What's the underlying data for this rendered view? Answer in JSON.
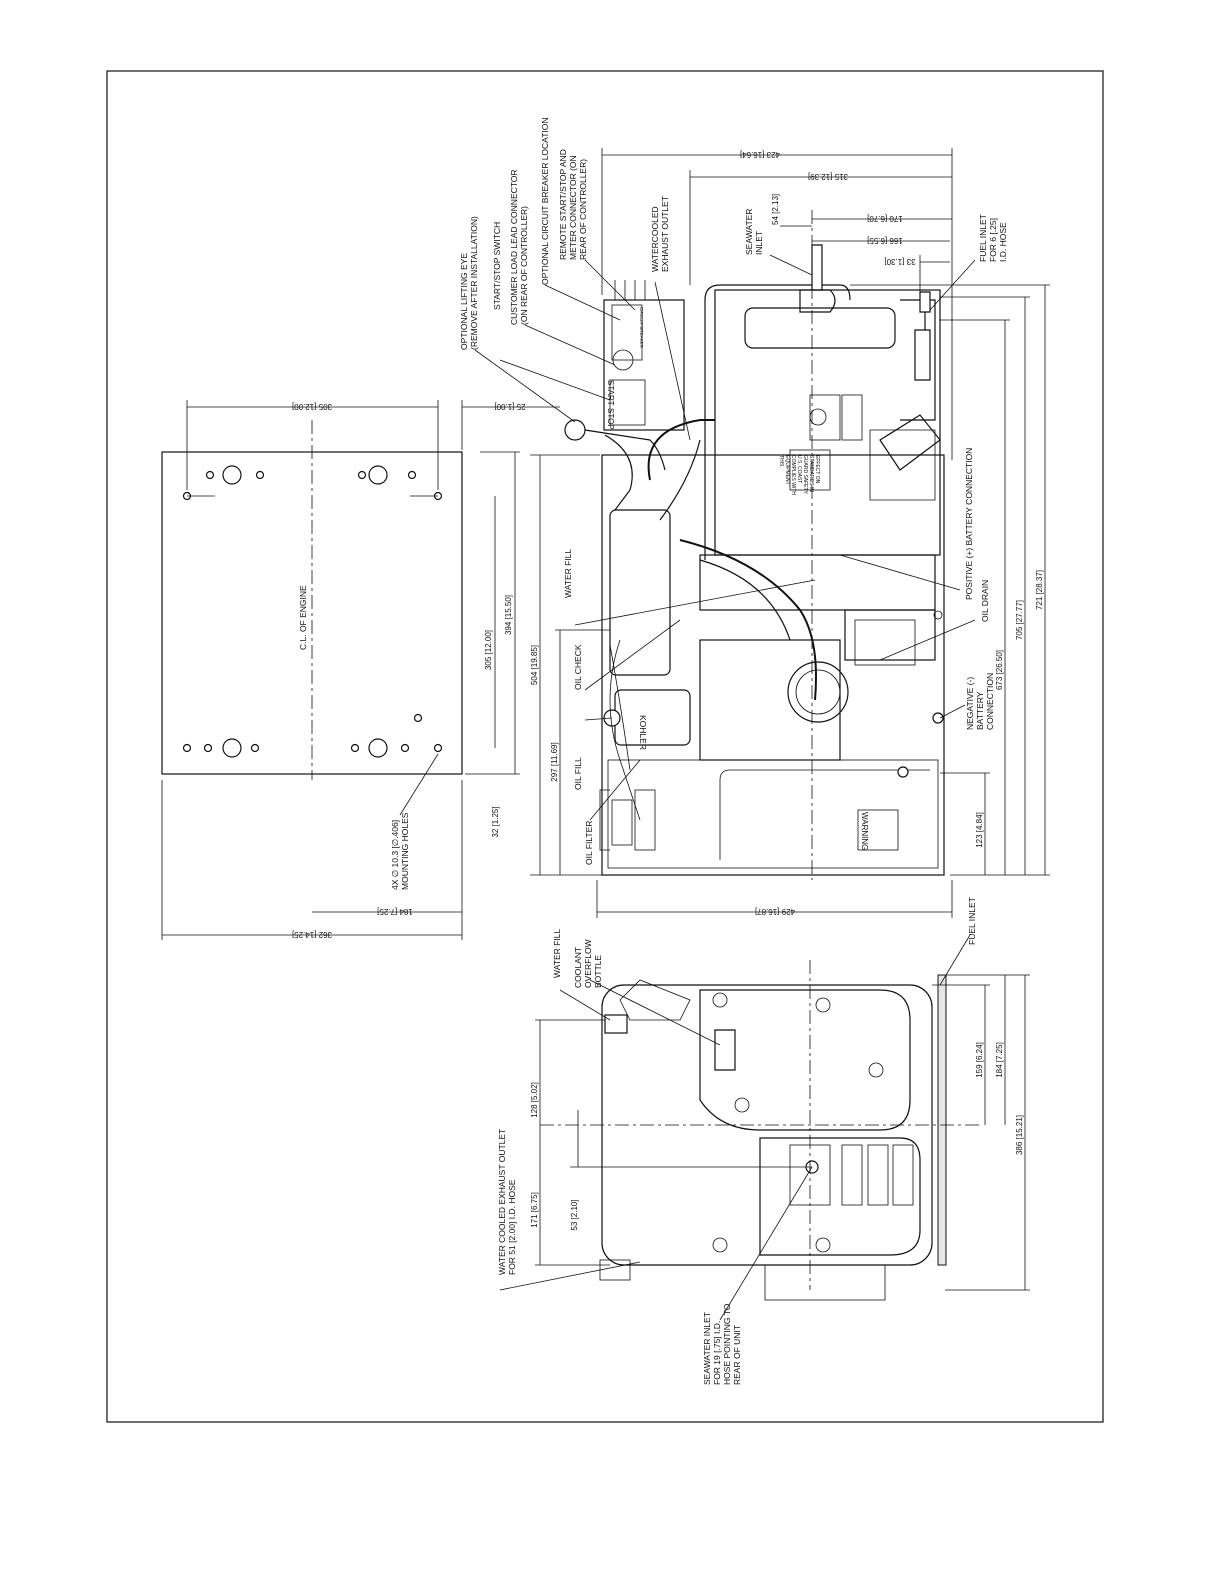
{
  "labels": {
    "lifting_eye": [
      "OPTIONAL LIFTING EYE",
      "(REMOVE AFTER INSTALLATION)"
    ],
    "start_stop_switch": [
      "START/STOP SWITCH"
    ],
    "customer_load_lead": [
      "CUSTOMER LOAD LEAD CONNECTOR",
      "(ON REAR OF CONTROLLER)"
    ],
    "circuit_breaker": [
      "OPTIONAL CIRCUIT BREAKER LOCATION"
    ],
    "remote_start_stop": [
      "REMOTE START/STOP AND",
      "METER CONNECTOR (ON",
      "REAR OF CONTROLLER)"
    ],
    "exhaust_outlet": [
      "WATERCOOLED",
      "EXHAUST OUTLET"
    ],
    "seawater_inlet": [
      "SEAWATER",
      "INLET"
    ],
    "fuel_inlet_hose": [
      "FUEL INLET",
      "FOR 6 [.25]",
      "I.D. HOSE"
    ],
    "positive_battery": [
      "POSITIVE (+) BATTERY CONNECTION"
    ],
    "oil_drain": [
      "OIL DRAIN"
    ],
    "negative_battery": [
      "NEGATIVE (-)",
      "BATTERY",
      "CONNECTION"
    ],
    "water_fill_top": [
      "WATER FILL"
    ],
    "oil_check": [
      "OIL CHECK"
    ],
    "oil_fill": [
      "OIL FILL"
    ],
    "oil_filter": [
      "OIL FILTER"
    ],
    "ce_engine": [
      "C.L. OF ENGINE"
    ],
    "mounting_holes": [
      "4X  ∅ 10.3 [∅.406]",
      "MOUNTING HOLES"
    ],
    "fuel_inlet_bottom": [
      "FUEL INLET"
    ],
    "water_fill_bottom": [
      "WATER FILL"
    ],
    "coolant_bottle": [
      "COOLANT",
      "OVERFLOW",
      "BOTTLE"
    ],
    "exhaust_outlet_bottom": [
      "WATER COOLED EXHAUST OUTLET",
      "FOR 51 [2.00] I.D. HOSE"
    ],
    "seawater_inlet_bottom": [
      "SEAWATER INLET",
      "FOR 19 [.75] I.D.",
      "HOSE POINTING TO",
      "REAR OF UNIT"
    ]
  },
  "dimensions": {
    "d423": "423 [16.64]",
    "d315": "315 [12.39]",
    "d54": "54 [2.13]",
    "d170": "170 [6.70]",
    "d166": "166 [6.55]",
    "d33": "33 [1.30]",
    "d305top": "305 [12.00]",
    "d25": "25 [1.00]",
    "d305side": "305 [12.00]",
    "d394": "394 [15.50]",
    "d504": "504 [19.85]",
    "d297": "297 [11.69]",
    "d32": "32 [1.25]",
    "d123": "123 [4.84]",
    "d673": "673 [26.50]",
    "d705": "705 [27.77]",
    "d721": "721 [28.37]",
    "d429": "429 [16.87]",
    "d184top": "184 [7.25]",
    "d362": "362 [14.25]",
    "d128": "128 [5.02]",
    "d171": "171 [6.75]",
    "d53": "53 [2.10]",
    "d159": "159 [6.24]",
    "d184side": "184 [7.25]",
    "d386": "386 [15.21]"
  },
  "panel": {
    "stop": "STOP",
    "start": "START",
    "breaker": "CIRCUIT BREAKER"
  },
  "decals": {
    "compliance": [
      "THIS",
      "EQUIPMENT",
      "COMPLIES WITH",
      "U.S. COAST",
      "GUARD SAFETY",
      "STANDARDS IN",
      "EFFECT ON"
    ],
    "warning": "WARNING",
    "nameplate": "KOHLER"
  }
}
